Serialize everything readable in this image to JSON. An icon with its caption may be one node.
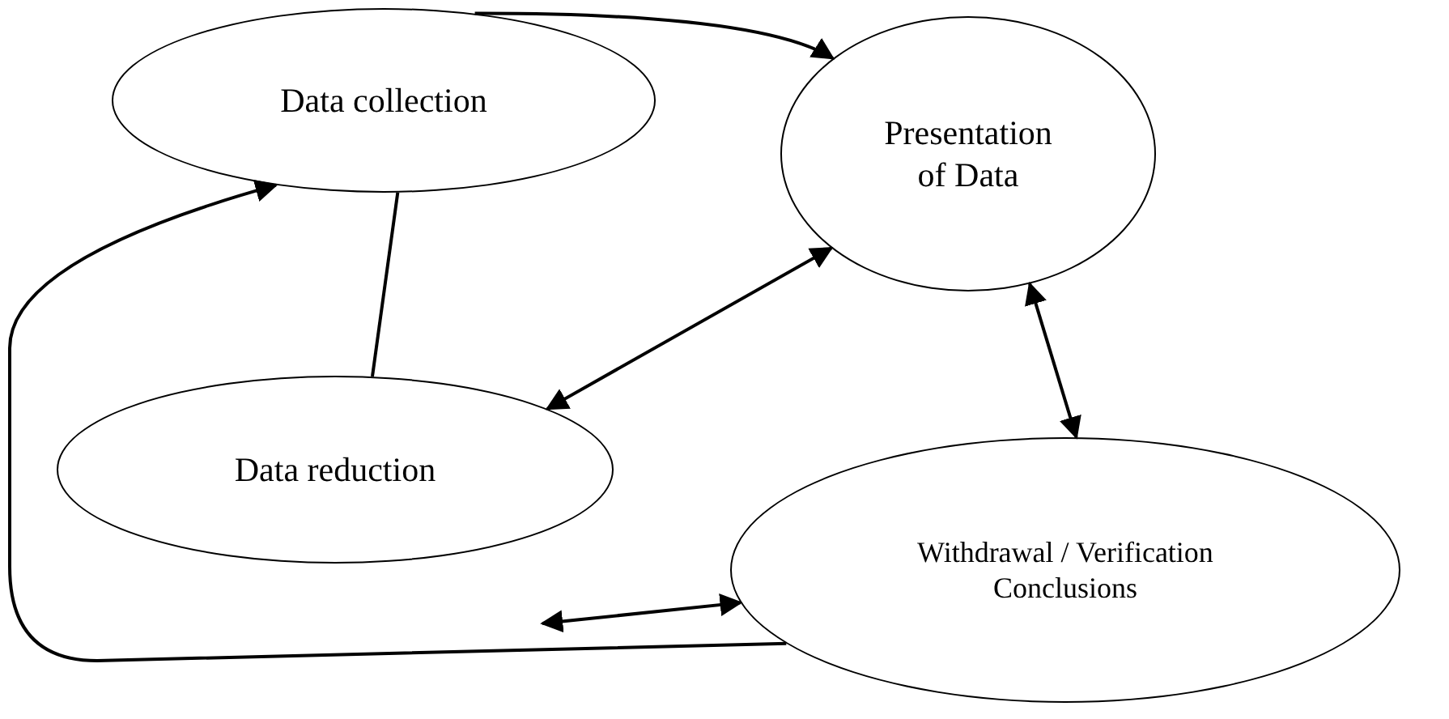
{
  "diagram": {
    "nodes": [
      {
        "text": [
          "Data collection"
        ]
      },
      {
        "text": [
          "Presentation of Data"
        ]
      },
      {
        "text": [
          "Data reduction"
        ]
      },
      {
        "text": [
          "Withdrawal / Verification Conclusions"
        ]
      }
    ],
    "edges": [
      {
        "from": 0,
        "to": 1,
        "arrow": "to"
      },
      {
        "from": 0,
        "to": 2,
        "arrow": "none"
      },
      {
        "from": 2,
        "to": 1,
        "arrow": "both"
      },
      {
        "from": 1,
        "to": 3,
        "arrow": "both"
      },
      {
        "from": null,
        "to": 3,
        "arrow": "both"
      },
      {
        "from": 3,
        "to": 0,
        "arrow": "to"
      }
    ]
  }
}
